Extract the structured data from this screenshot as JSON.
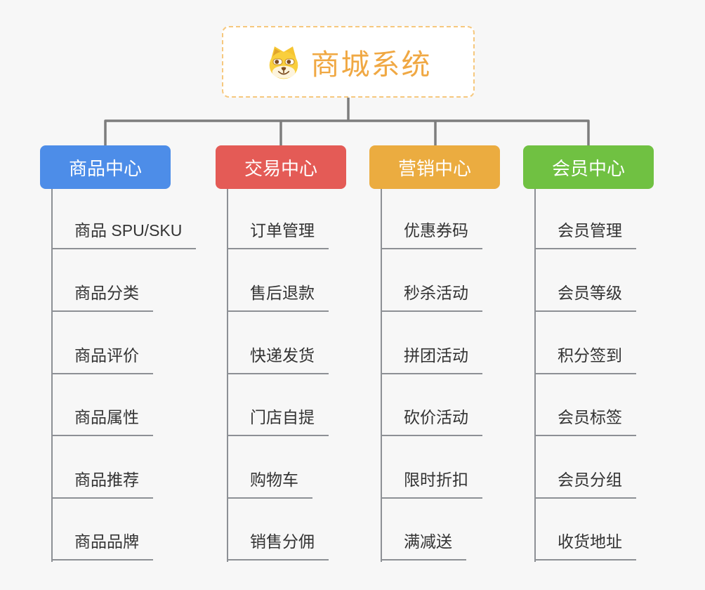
{
  "root": {
    "title": "商城系统",
    "icon": "doge-face-icon",
    "text_color": "#f0a843",
    "border_color": "#f6c87e",
    "background": "#ffffff"
  },
  "branches": [
    {
      "label": "商品中心",
      "color": "#4d8de8",
      "items": [
        "商品 SPU/SKU",
        "商品分类",
        "商品评价",
        "商品属性",
        "商品推荐",
        "商品品牌"
      ]
    },
    {
      "label": "交易中心",
      "color": "#e45b56",
      "items": [
        "订单管理",
        "售后退款",
        "快递发货",
        "门店自提",
        "购物车",
        "销售分佣"
      ]
    },
    {
      "label": "营销中心",
      "color": "#ebac40",
      "items": [
        "优惠券码",
        "秒杀活动",
        "拼团活动",
        "砍价活动",
        "限时折扣",
        "满减送"
      ]
    },
    {
      "label": "会员中心",
      "color": "#70c142",
      "items": [
        "会员管理",
        "会员等级",
        "积分签到",
        "会员标签",
        "会员分组",
        "收货地址"
      ]
    }
  ],
  "canvas": {
    "background": "#f7f7f7",
    "connector_color": "#7d7d7d",
    "subline_color": "#8d9095"
  }
}
